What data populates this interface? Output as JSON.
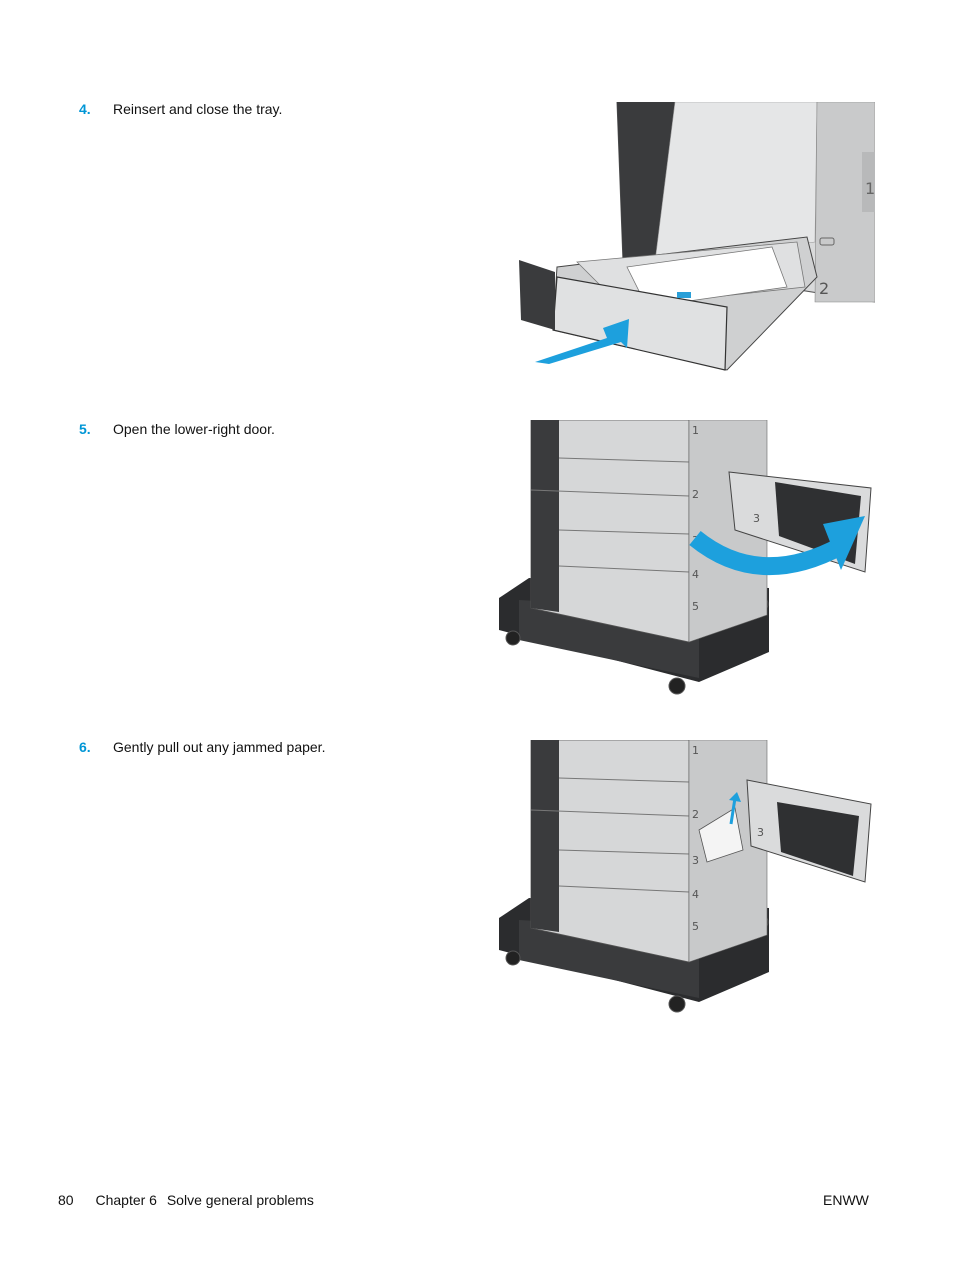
{
  "steps": [
    {
      "number": "4.",
      "text": "Reinsert and close the tray."
    },
    {
      "number": "5.",
      "text": "Open the lower-right door."
    },
    {
      "number": "6.",
      "text": "Gently pull out any jammed paper."
    }
  ],
  "illustrations": {
    "tray": {
      "tray_label": "2",
      "side_label": "1"
    },
    "printer": {
      "tray_labels": [
        "1",
        "2",
        "3",
        "4",
        "5"
      ],
      "door_label": "3"
    }
  },
  "footer": {
    "page_number": "80",
    "chapter": "Chapter 6",
    "section": "Solve general problems",
    "right": "ENWW"
  },
  "colors": {
    "accent": "#0096d6",
    "arrow": "#1da0dd"
  }
}
